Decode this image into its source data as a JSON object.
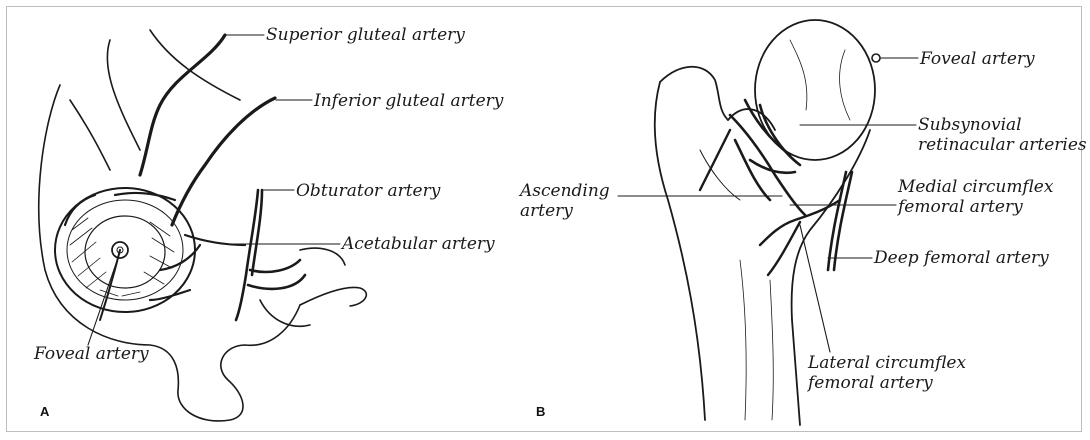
{
  "panels": [
    {
      "letter": "A",
      "labels": {
        "superior_gluteal": "Superior gluteal artery",
        "inferior_gluteal": "Inferior gluteal artery",
        "obturator": "Obturator artery",
        "acetabular": "Acetabular artery",
        "foveal": "Foveal artery"
      }
    },
    {
      "letter": "B",
      "labels": {
        "foveal": "Foveal artery",
        "subsynovial_1": "Subsynovial",
        "subsynovial_2": "retinacular arteries",
        "ascending_1": "Ascending",
        "ascending_2": "artery",
        "medial_circumflex_1": "Medial circumflex",
        "medial_circumflex_2": "femoral artery",
        "deep_femoral": "Deep femoral artery",
        "lateral_circumflex_1": "Lateral circumflex",
        "lateral_circumflex_2": "femoral artery"
      }
    }
  ],
  "colors": {
    "ink": "#1a1a1a",
    "frame": "#bdbdbd"
  }
}
